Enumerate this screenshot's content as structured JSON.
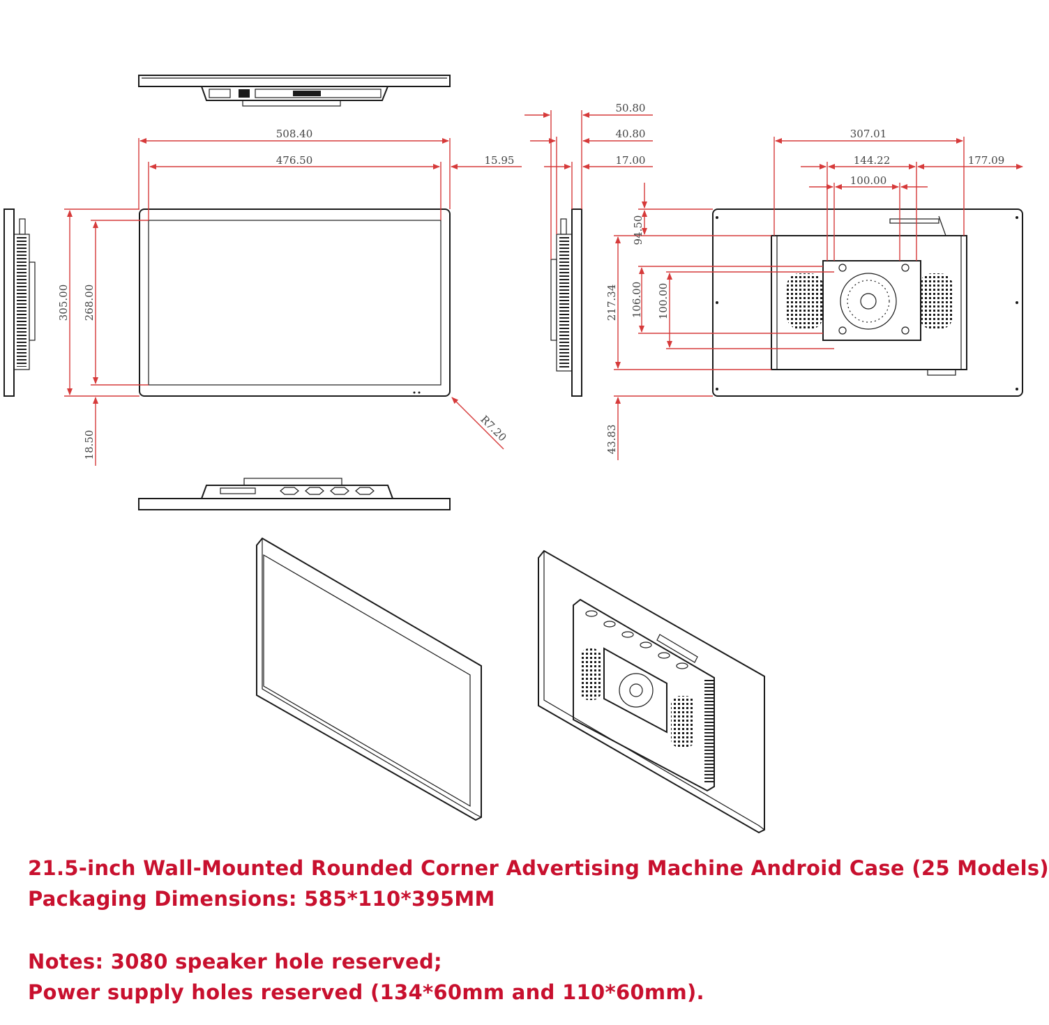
{
  "colors": {
    "dimension": "#d63a3a",
    "caption": "#c8102e",
    "line": "#1a1a1a"
  },
  "dimensions": {
    "width_overall": "508.40",
    "width_display": "476.50",
    "bezel_right": "15.95",
    "height_overall": "305.00",
    "height_display": "268.00",
    "bezel_bottom": "18.50",
    "corner_radius": "R7.20",
    "depth_1": "50.80",
    "depth_2": "40.80",
    "depth_3": "17.00",
    "back_box_width": "307.01",
    "mount_offset": "144.22",
    "right_offset": "177.09",
    "vesa_h": "100.00",
    "top_offset": "94.50",
    "back_box_height": "217.34",
    "mount_height": "106.00",
    "vesa_v": "100.00",
    "bottom_offset": "43.83"
  },
  "caption": {
    "line1": "21.5-inch Wall-Mounted Rounded Corner Advertising Machine Android Case (25 Models)",
    "line2": "Packaging Dimensions: 585*110*395MM",
    "line3": "Notes: 3080 speaker hole reserved;",
    "line4": "Power supply holes reserved (134*60mm and 110*60mm)."
  }
}
